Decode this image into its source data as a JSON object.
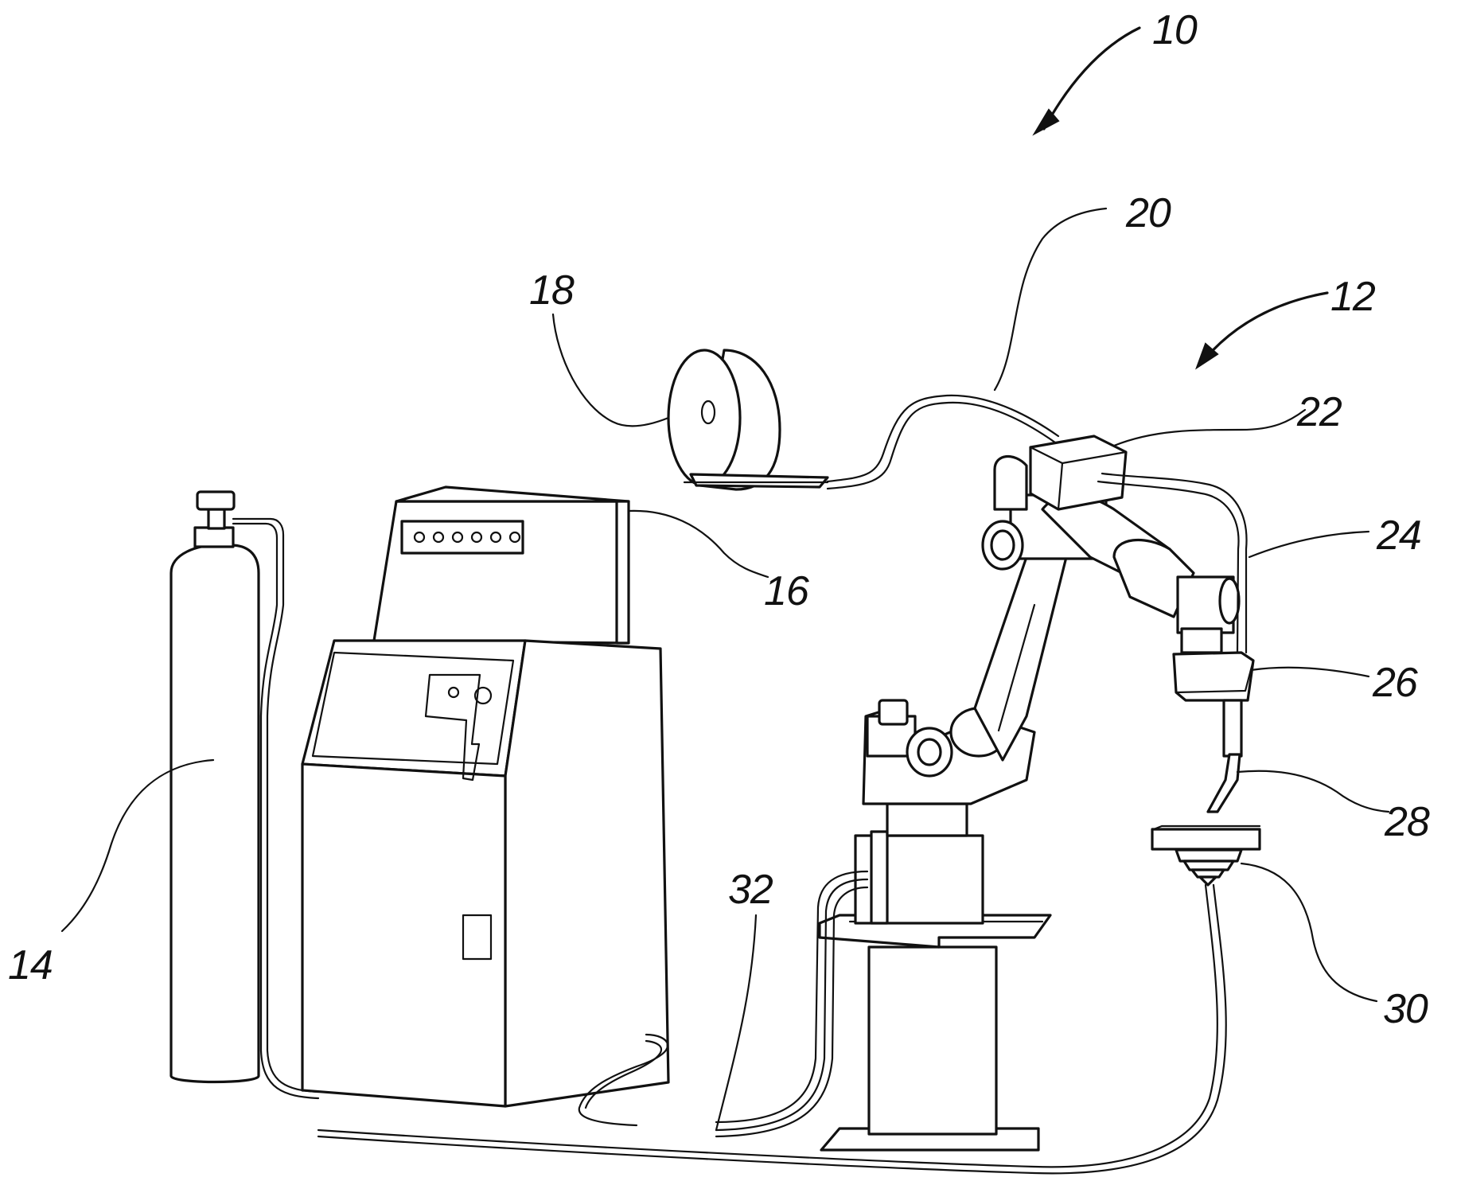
{
  "labels": {
    "system": "10",
    "robot": "12",
    "gas_cylinder": "14",
    "power_source": "16",
    "wire_spool": "18",
    "wire_conduit": "20",
    "wire_feeder": "22",
    "torch_cable": "24",
    "mount": "26",
    "torch": "28",
    "workpiece_fixture": "30",
    "ground_cable": "32"
  }
}
